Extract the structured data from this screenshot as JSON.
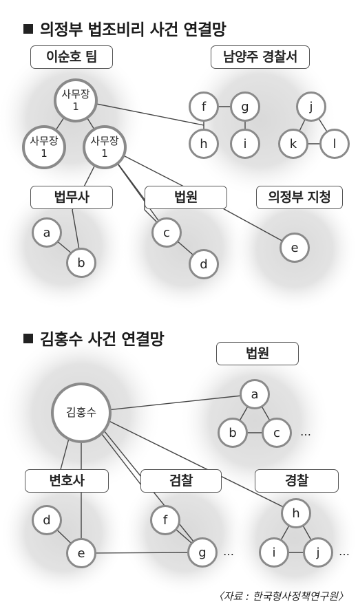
{
  "section1": {
    "title": "의정부 법조비리 사건 연결망",
    "groups": {
      "leeteam": "이순호 팀",
      "police": "남양주 경찰서",
      "lawyer": "법무사",
      "court": "법원",
      "branch": "의정부 지청"
    },
    "nodes": {
      "s1": "사무장\n1",
      "s2": "사무장\n1",
      "s3": "사무장\n1",
      "a": "a",
      "b": "b",
      "c": "c",
      "d": "d",
      "e": "e",
      "f": "f",
      "g": "g",
      "h": "h",
      "i": "i",
      "j": "j",
      "k": "k",
      "l": "l"
    }
  },
  "section2": {
    "title": "김홍수 사건 연결망",
    "groups": {
      "court": "법원",
      "attorney": "변호사",
      "prosecution": "검찰",
      "police": "경찰"
    },
    "nodes": {
      "kim": "김홍수",
      "a": "a",
      "b": "b",
      "c": "c",
      "d": "d",
      "e": "e",
      "f": "f",
      "g": "g",
      "h": "h",
      "i": "i",
      "j": "j"
    },
    "ellipsis": "…"
  },
  "source": "〈자료 : 한국형사정책연구원〉"
}
